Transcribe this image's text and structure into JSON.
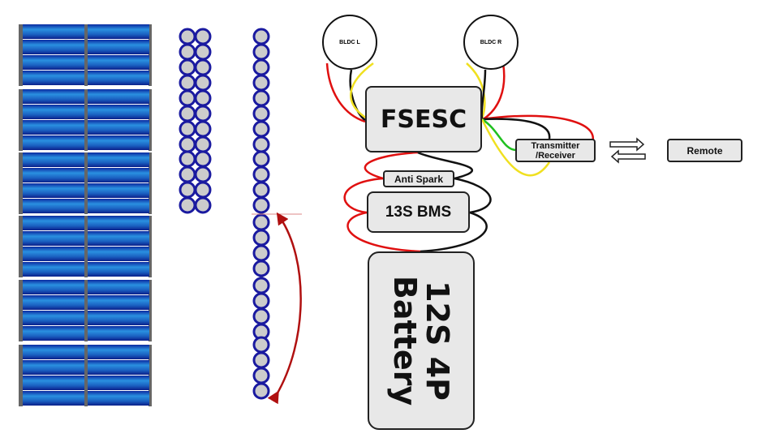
{
  "motors": {
    "left": "BLDC L",
    "right": "BLDC R"
  },
  "blocks": {
    "esc": "FSESC",
    "transceiver": "Transmitter\n/Receiver",
    "remote": "Remote",
    "antispark": "Anti Spark",
    "bms": "13S BMS",
    "battery": "12S 4P\nBattery"
  },
  "colors": {
    "cell": "#1a6fd0",
    "cell_dark": "#0a1f9a",
    "nickel": "#666666",
    "circle": "#1a1aa0",
    "wire_red": "#e01010",
    "wire_black": "#111111",
    "wire_yellow": "#f0e020",
    "wire_green": "#20c020",
    "arrow": "#b01010"
  }
}
